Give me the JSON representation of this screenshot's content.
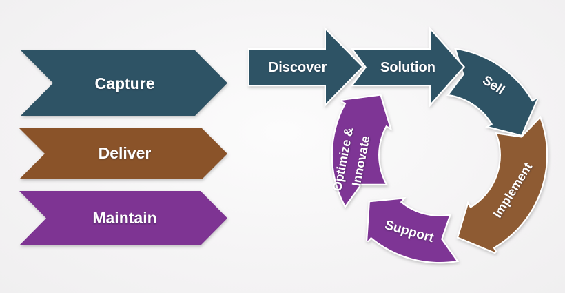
{
  "colors": {
    "background": "#f5f4f5",
    "teal": "#2e5365",
    "brown": "#8a5329",
    "brown_ring": "#8e5b33",
    "purple": "#7e3493",
    "purple_ring": "#7e3595",
    "label_text": "#ffffff"
  },
  "banners": [
    {
      "label": "Capture",
      "color": "teal"
    },
    {
      "label": "Deliver",
      "color": "brown"
    },
    {
      "label": "Maintain",
      "color": "purple"
    }
  ],
  "process_flow": {
    "straight_arrows": [
      {
        "label": "Discover",
        "color": "teal"
      },
      {
        "label": "Solution",
        "color": "teal"
      }
    ],
    "cycle_arrows": [
      {
        "label": "Sell",
        "color": "teal"
      },
      {
        "label": "Implement",
        "color": "brown_ring"
      },
      {
        "label": "Support",
        "color": "purple_ring"
      },
      {
        "label": "Optimize &",
        "label_line2": "Innovate",
        "color": "purple_ring"
      }
    ]
  }
}
